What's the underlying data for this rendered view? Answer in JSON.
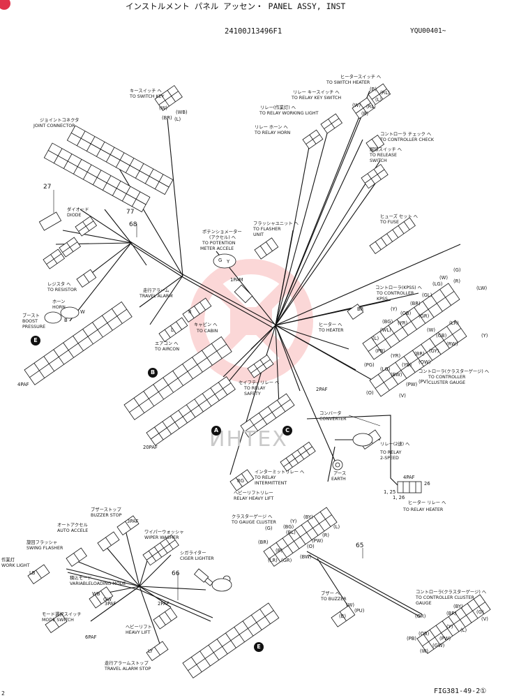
{
  "header": {
    "title": "インストルメント パネル アッセン・ PANEL ASSY, INST",
    "part_number": "24100J13496F1",
    "serial": "YQU00401~",
    "figure": "FIG381-49-2①",
    "page_corner": "2"
  },
  "watermark": "ИНТЕХ",
  "ref_numbers": {
    "n27": "27",
    "n77": "77",
    "n68": "68",
    "n65": "65",
    "n66": "66"
  },
  "circle_marks": {
    "A": "A",
    "B": "B",
    "C": "C",
    "E": "E"
  },
  "upper_labels": {
    "key_switch": [
      "キースイッチ へ",
      "TO SWITCH KEY"
    ],
    "joint_connector": [
      "ジョイントコネクタ",
      "JOINT CONNECTOR"
    ],
    "heater_switch": [
      "ヒータースイッチ へ",
      "TO SWITCH HEATER"
    ],
    "relay_key_switch": [
      "リレー キースイッチ へ",
      "TO RELAY KEY SWITCH"
    ],
    "relay_working_light": [
      "リレー(作業灯) へ",
      "TO RELAY WORKING LIGHT"
    ],
    "relay_horn": [
      "リレー ホーン へ",
      "TO RELAY HORN"
    ],
    "controller_check": [
      "コントローラ チェック へ",
      "TO CONTROLLER CHECK"
    ],
    "release_switch": [
      "解除スイッチ へ",
      "TO RELEASE",
      "SWITCH"
    ],
    "fuse": [
      "ヒューズ セット へ",
      "TO FUSE"
    ],
    "diode": [
      "ダイオード",
      "DIODE"
    ],
    "potentiometer": [
      "ポテンショメーター",
      "(アクセル) へ",
      "TO POTENTION",
      "METER ACCELE"
    ],
    "flasher_unit": [
      "フラッシャユニット へ",
      "TO FLASHER",
      "UNIT"
    ],
    "resistor": [
      "レジスタ へ",
      "TO RESISTOR"
    ],
    "horn": [
      "ホーン",
      "HORN"
    ],
    "boost_pressure": [
      "ブースト",
      "BOOST",
      "PRESSURE"
    ],
    "travel_alarm": [
      "走行アラーム",
      "TRAVEL ALARM"
    ],
    "cabin": [
      "キャビン へ",
      "TO CABIN"
    ],
    "aircon": [
      "エアコン へ",
      "TO AIRCON"
    ],
    "controller_kpss": [
      "コントローラ(KPSS) へ",
      "TO CONTROLLER",
      "KPSS"
    ],
    "heater": [
      "ヒーター へ",
      "TO HEATER"
    ],
    "controller_cluster_gauge": [
      "コントローラ(クラスターゲージ) へ",
      "TO CONTROLLER",
      "CLUSTER GAUGE"
    ],
    "relay_safety": [
      "セイフティリレー へ",
      "TO RELAY",
      "SAFETY"
    ],
    "converter": [
      "コンバータ",
      "CONVERTER"
    ],
    "relay_2speed": [
      "リレー(2速) へ",
      "TO RELAY",
      "2-SPEED"
    ],
    "relay_intermittent": [
      "インターミットリレー へ",
      "TO RELAY",
      "INTERMITTENT"
    ],
    "earth": [
      "アース",
      "EARTH"
    ],
    "relay_heavy_lift": [
      "ヘビーリフトリレー",
      "RELAY HEAVY LIFT"
    ],
    "relay_heater": [
      "ヒーター リレー へ",
      "TO RELAY HEATER"
    ],
    "paf_4": "4PAF",
    "paf_2": "2PAF",
    "paf_20": "20PAF",
    "paf_4b": "4PAF",
    "pam_1": "1PAM",
    "range_126": "1, 26",
    "n_26": "26",
    "n_12526": "1, 25"
  },
  "lower_labels": {
    "buzzer_stop": [
      "ブザーストップ",
      "BUZZER STOP"
    ],
    "auto_accele": [
      "オートアクセル",
      "AUTO ACCELE"
    ],
    "swing_flasher": [
      "旋回フラッシャ",
      "SWING FLASHER"
    ],
    "work_light": [
      "作業灯",
      "WORK LIGHT"
    ],
    "wiper_washer": [
      "ワイパーウォッシャ",
      "WIPER WASHER"
    ],
    "ciger_lighter": [
      "シガライター",
      "CIGER LIGHTER"
    ],
    "loading_mode": [
      "積込モード",
      "VARIABLELOADING MODE"
    ],
    "mode_switch": [
      "モード選択スイッチ",
      "MODE SWITCH"
    ],
    "heavy_lift": [
      "ヘビーリフト",
      "HEAVY LIFT"
    ],
    "travel_alarm_stop": [
      "走行アラームストップ",
      "TRAVEL ALARM STOP"
    ],
    "gauge_cluster": [
      "クラスターゲージ へ",
      "TO GAUGE CLUSTER"
    ],
    "buzzer": [
      "ブザー へ",
      "TO BUZZER"
    ],
    "controller_cluster_gauge_b": [
      "コントローラ(クラスターゲージ) へ",
      "TO CONTROLLER CLUSTER",
      "GAUGE"
    ],
    "paf_3": "3PAF",
    "paf_6": "6PAF",
    "paf_3b": "3PAF",
    "paf_2b": "2PAF"
  },
  "connector_codes": {
    "c_key": [
      "(W)",
      "(WB)",
      "(BR)",
      "(L)"
    ],
    "c_heater": [
      "(B)",
      "(RL)",
      "(L)"
    ],
    "c_relaykey": [
      "(W)",
      "(B)",
      "(RL)"
    ],
    "c_kpss": [
      "(G)",
      "(W)",
      "(LG)",
      "(R)",
      "(Y)",
      "(GL)",
      "(LW)",
      "(BR)",
      "(YR)",
      "(BG)",
      "(GR)",
      "(WL)",
      "(OB)",
      "(L)",
      "(LR)",
      "(W)",
      "(GB)"
    ],
    "c_cluster": [
      "(PB)",
      "(YR)",
      "(BR)",
      "(GY)",
      "(OW)",
      "(RW)",
      "(Y)",
      "(BW)",
      "(PG)",
      "(LG)",
      "(YB)",
      "(PV)",
      "(V)",
      "(O)",
      "(PW)"
    ],
    "c_gauge_low": [
      "(BY)",
      "(G)",
      "(BL)",
      "(BG)",
      "(L)",
      "(O)",
      "(BR)",
      "(B)",
      "(PW)",
      "(BW)",
      "(LR)",
      "(R)",
      "(GR)",
      "(Y)"
    ],
    "c_ctrl_low": [
      "(BY)",
      "(G)",
      "(V)",
      "(BR)",
      "(OR)",
      "(OB)",
      "(Y)",
      "(PW)",
      "(W)",
      "(PB)",
      "(GW)",
      "(L)"
    ],
    "c_buzzer": [
      "(PU)",
      "(W)",
      "(B)"
    ],
    "c_small": [
      "B",
      "W",
      "R",
      "L",
      "G",
      "Y",
      "BR",
      "RG",
      "WB",
      "LB",
      "GW",
      "LY"
    ]
  }
}
